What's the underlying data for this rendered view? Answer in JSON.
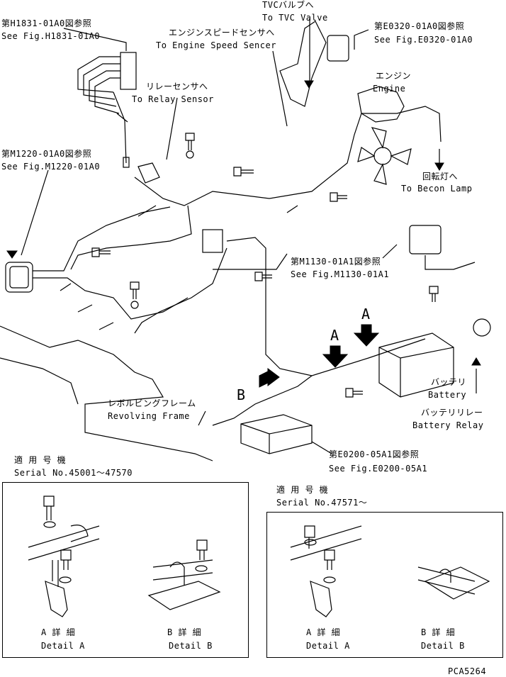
{
  "callouts": {
    "h1831_jp": "第H1831-01A0図参照",
    "h1831_en": "See Fig.H1831-01A0",
    "tvc_jp": "TVCバルブへ",
    "tvc_en": "To TVC Valve",
    "e0320_jp": "第E0320-01A0図参照",
    "e0320_en": "See Fig.E0320-01A0",
    "speed_jp": "エンジンスピードセンサへ",
    "speed_en": "To Engine Speed Sencer",
    "engine_jp": "エンジン",
    "engine_en": "Engine",
    "relay_jp": "リレーセンサへ",
    "relay_en": "To Relay Sensor",
    "m1220_jp": "第M1220-01A0図参照",
    "m1220_en": "See Fig.M1220-01A0",
    "becon_jp": "回転灯へ",
    "becon_en": "To Becon Lamp",
    "m1130_jp": "第M1130-01A1図参照",
    "m1130_en": "See Fig.M1130-01A1",
    "battery_jp": "バッテリ",
    "battery_en": "Battery",
    "batrelay_jp": "バッテリリレー",
    "batrelay_en": "Battery Relay",
    "frame_jp": "レボルビングフレーム",
    "frame_en": "Revolving Frame",
    "e0200_jp": "第E0200-05A1図参照",
    "e0200_en": "See Fig.E0200-05A1",
    "markA1": "A",
    "markA2": "A",
    "markB": "B"
  },
  "serials": {
    "left_jp": "適 用 号 機",
    "left_en": "Serial No.45001～47570",
    "right_jp": "適 用 号 機",
    "right_en": "Serial No.47571～"
  },
  "details": {
    "a_jp": "A 詳 細",
    "a_en": "Detail A",
    "b_jp": "B 詳 細",
    "b_en": "Detail B"
  },
  "drawing_id": "PCA5264"
}
